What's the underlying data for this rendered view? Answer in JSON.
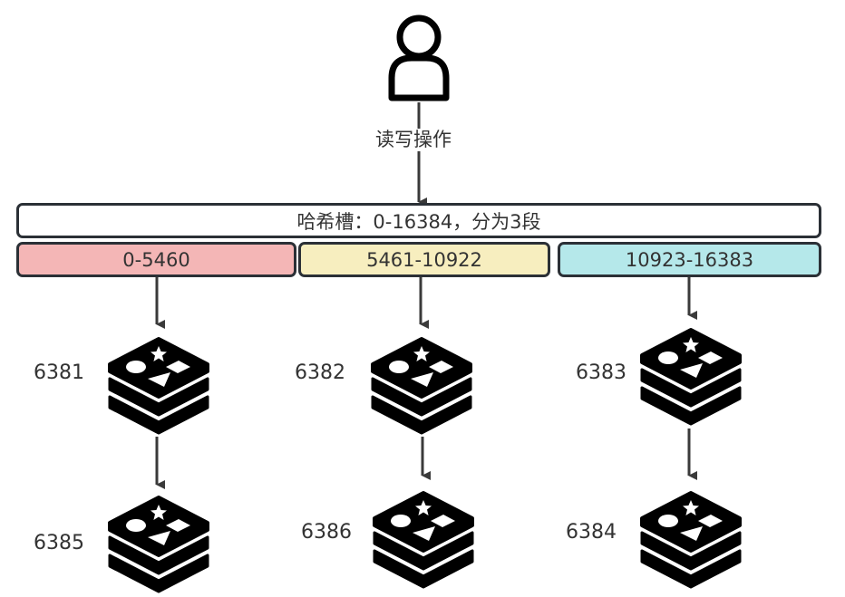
{
  "client": {
    "icon": "user-icon",
    "operation_label": "读写操作"
  },
  "hash_slots": {
    "title": "哈希槽：0-16384，分为3段",
    "segments": [
      {
        "range": "0-5460",
        "color": "#f4b6b6"
      },
      {
        "range": "5461-10922",
        "color": "#f7eebf"
      },
      {
        "range": "10923-16383",
        "color": "#b5e8ea"
      }
    ]
  },
  "nodes": {
    "icon": "redis-icon",
    "masters": [
      {
        "port": "6381"
      },
      {
        "port": "6382"
      },
      {
        "port": "6383"
      }
    ],
    "replicas": [
      {
        "port": "6385"
      },
      {
        "port": "6386"
      },
      {
        "port": "6384"
      }
    ]
  },
  "colors": {
    "border": "#2b3036",
    "arrow": "#3a3a3a",
    "text": "#333333"
  }
}
